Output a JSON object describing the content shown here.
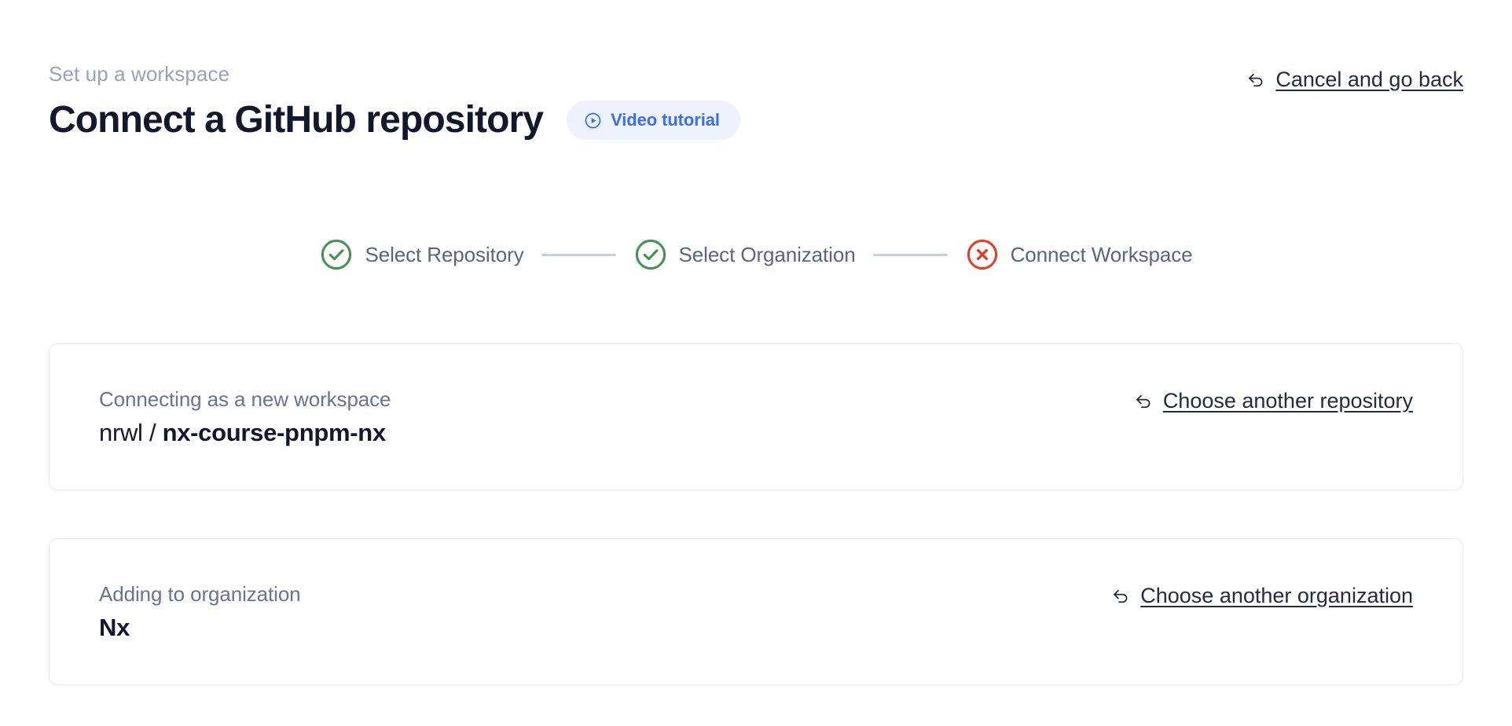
{
  "header": {
    "eyebrow": "Set up a workspace",
    "title": "Connect a GitHub repository",
    "video_badge": {
      "label": "Video tutorial",
      "icon": "play-circle-icon",
      "bg_color": "#eef2fd",
      "text_color": "#3b6ef0"
    },
    "cancel_link": {
      "label": "Cancel and go back",
      "icon": "arrow-uturn-left-icon"
    }
  },
  "stepper": {
    "steps": [
      {
        "label": "Select Repository",
        "state": "complete",
        "icon": "check-circle-icon",
        "color": "#4a9156"
      },
      {
        "label": "Select Organization",
        "state": "complete",
        "icon": "check-circle-icon",
        "color": "#4a9156"
      },
      {
        "label": "Connect Workspace",
        "state": "error",
        "icon": "x-circle-icon",
        "color": "#e0402b"
      }
    ],
    "connector_color": "#c7cfdd",
    "label_color": "#5c6484"
  },
  "cards": [
    {
      "name": "repository-card",
      "caption": "Connecting as a new workspace",
      "owner": "nrwl / ",
      "repo": "nx-course-pnpm-nx",
      "link": {
        "label": "Choose another repository",
        "icon": "arrow-uturn-left-icon"
      }
    },
    {
      "name": "organization-card",
      "caption": "Adding to organization",
      "value": "Nx",
      "link": {
        "label": "Choose another organization",
        "icon": "arrow-uturn-left-icon"
      }
    }
  ]
}
